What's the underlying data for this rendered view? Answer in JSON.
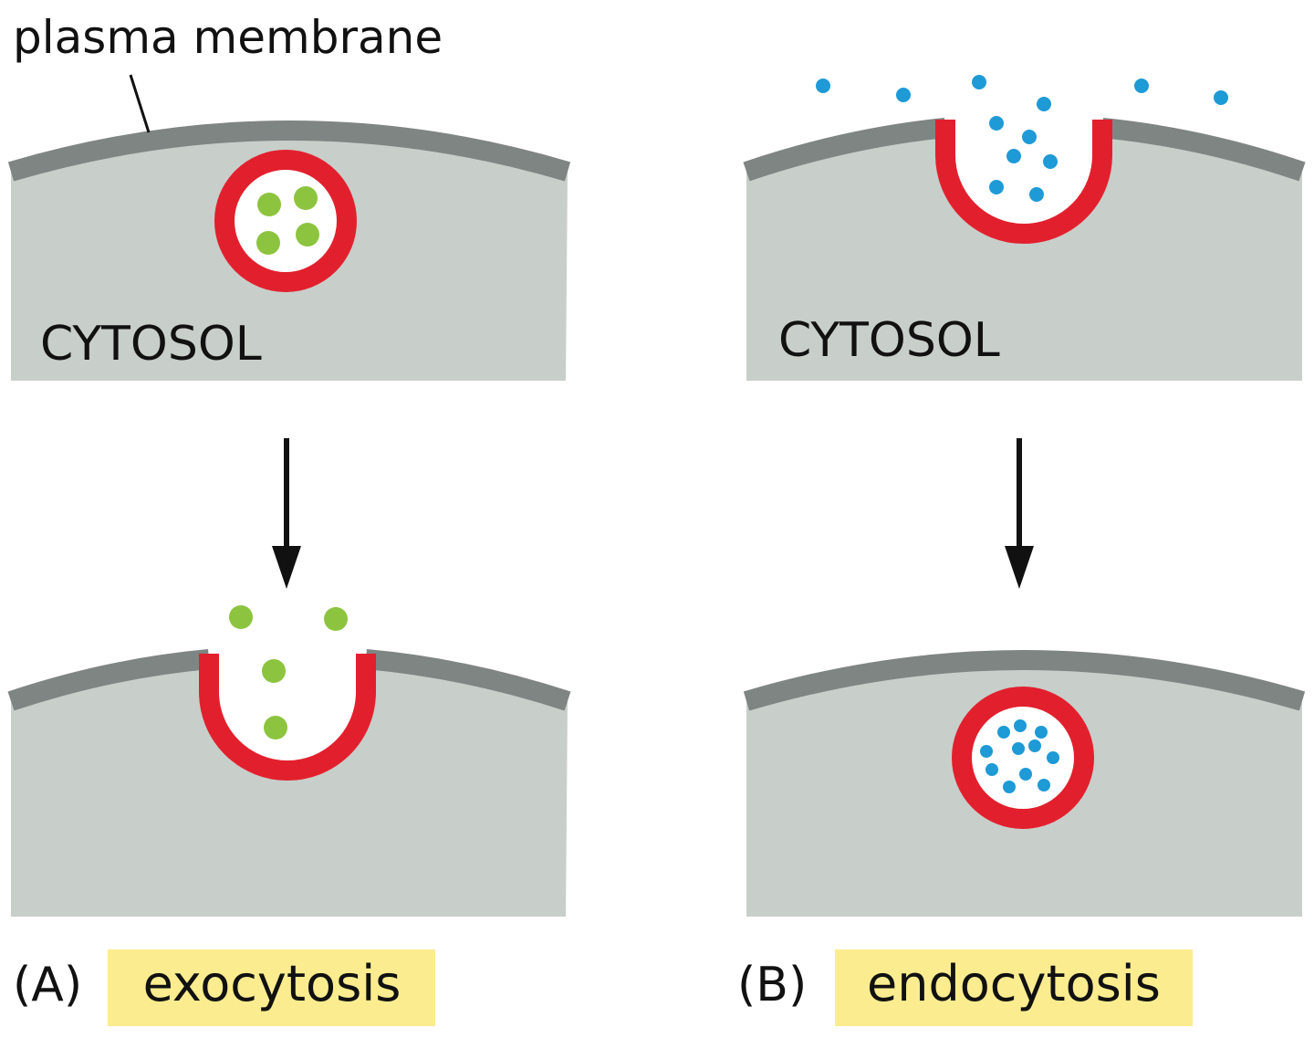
{
  "labels": {
    "membrane": "plasma membrane",
    "cytosol_a": "CYTOSOL",
    "cytosol_b": "CYTOSOL",
    "panel_a": "(A)",
    "panel_b": "(B)",
    "process_a": "exocytosis",
    "process_b": "endocytosis"
  },
  "colors": {
    "cytosol": "#c8ceca",
    "membrane": "#7f8583",
    "vesicle": "#e2202d",
    "cargo_exo": "#8cc43f",
    "cargo_endo": "#1e9ad6",
    "highlight": "#fbec8f",
    "arrow": "#111111"
  }
}
